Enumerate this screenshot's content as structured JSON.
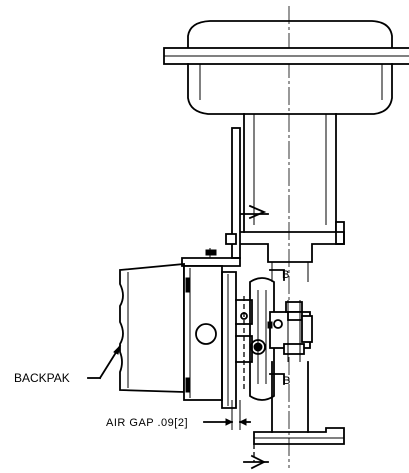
{
  "labels": {
    "backpak": "BACKPAK",
    "air_gap": "AIR GAP .09[2]",
    "section_b_top": "B",
    "section_b_bottom": "B"
  }
}
